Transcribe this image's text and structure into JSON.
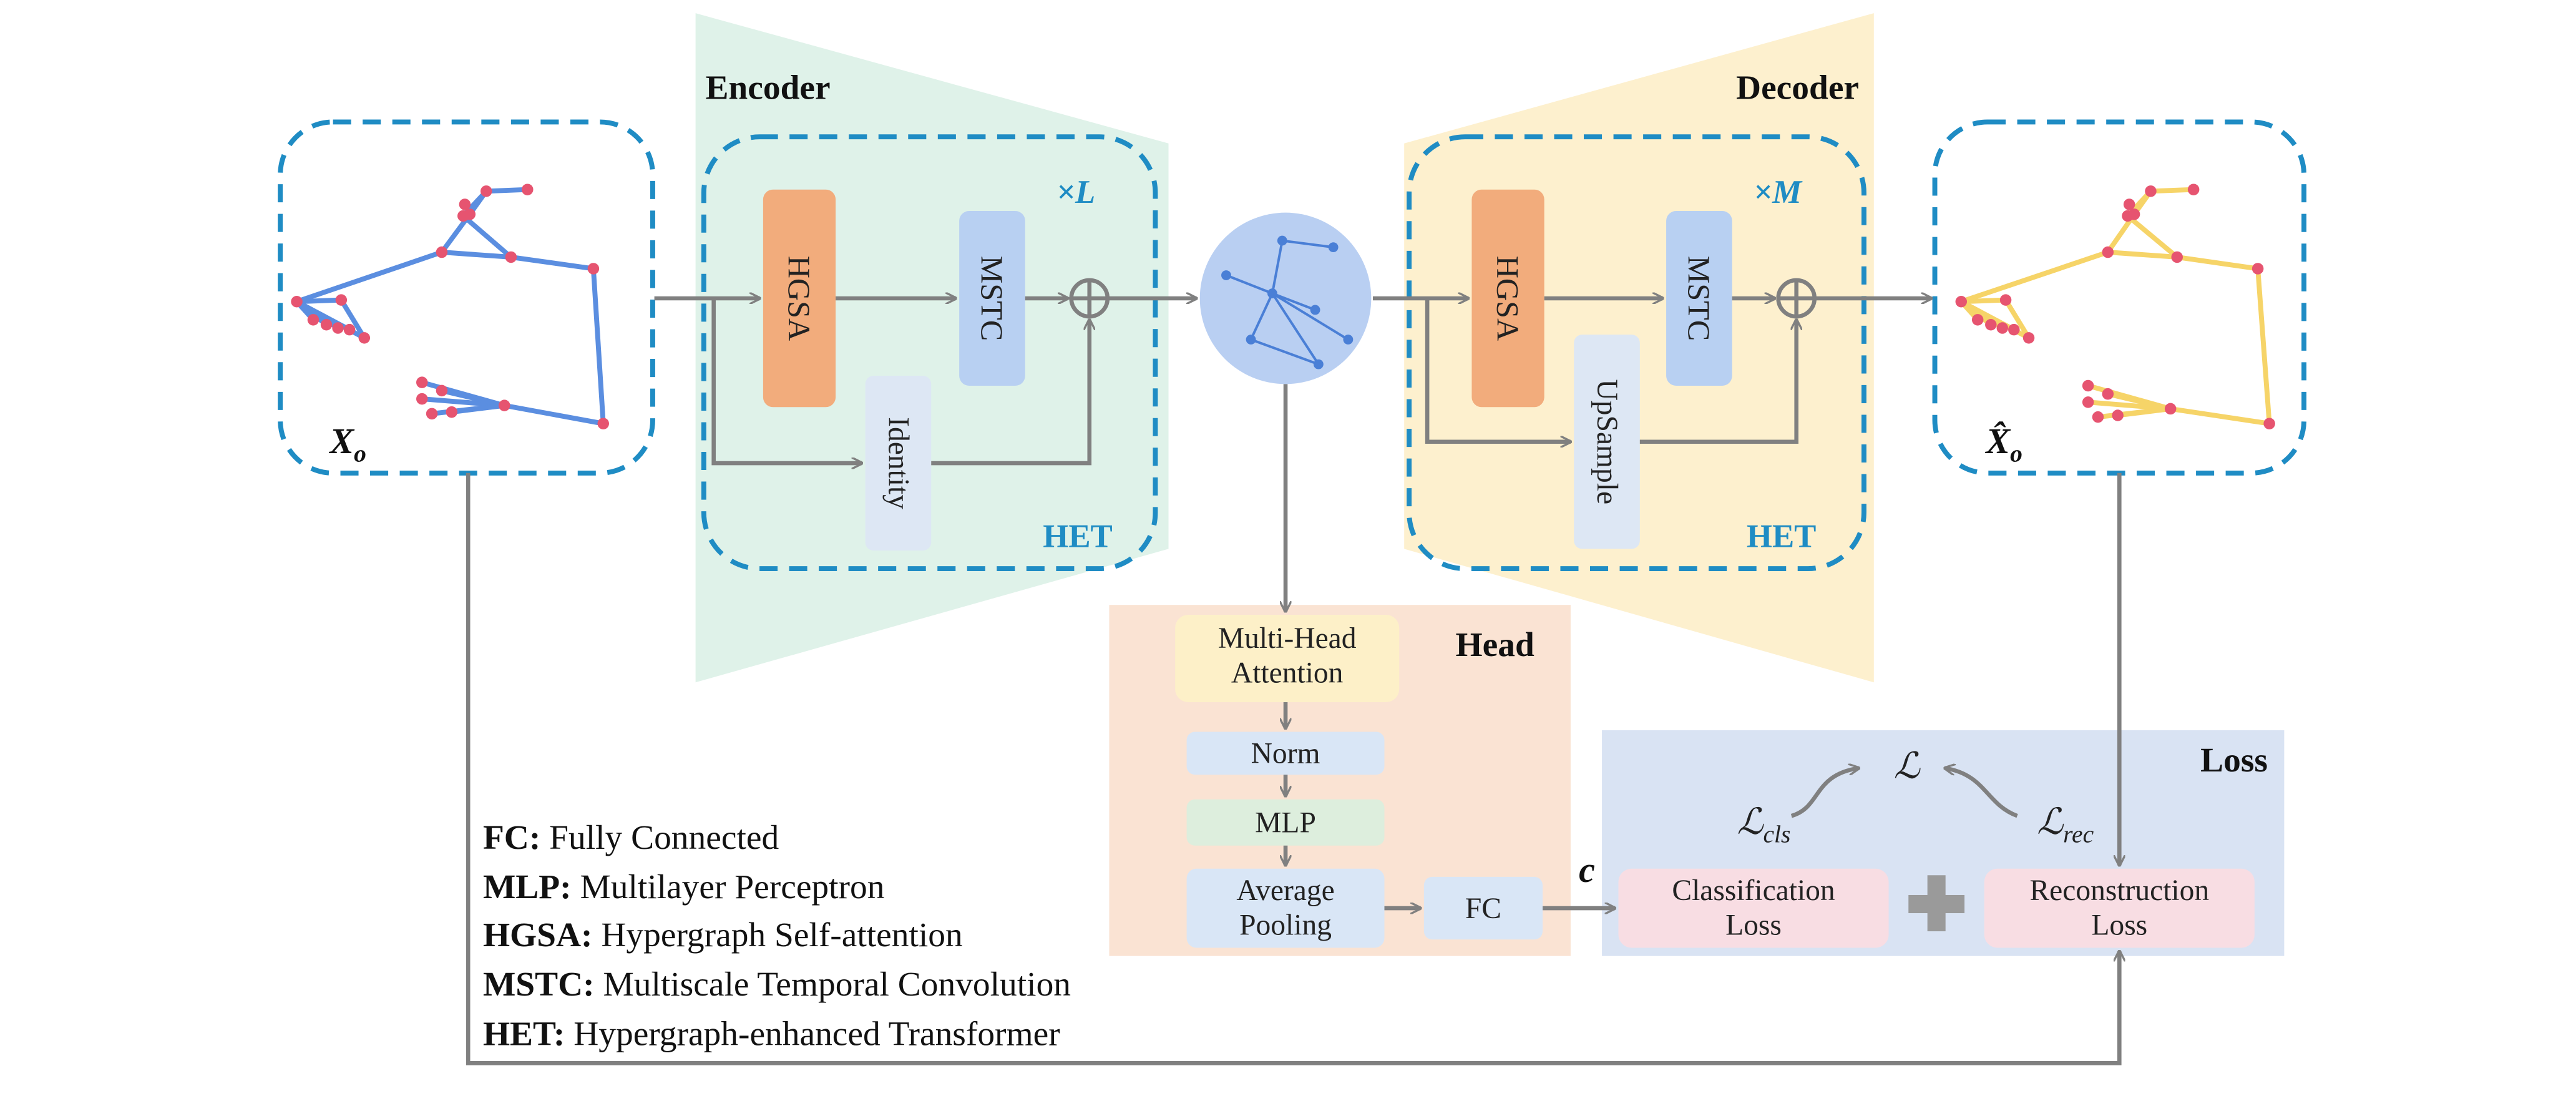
{
  "colors": {
    "encoder_bg": "#dff2e9",
    "decoder_bg": "#fdf0ce",
    "head_bg": "#fae3d3",
    "loss_bg": "#d9e3f3",
    "dash_blue": "#1f8cc4",
    "skeleton_blue": "#5b8ee0",
    "skeleton_yellow": "#f6d468",
    "joint_red": "#e65470",
    "hgsa_fill": "#f2ac7c",
    "mstc_fill": "#b8d0f2",
    "identity_fill": "#dde7f4",
    "latent_fill": "#b9cff2",
    "mha_fill": "#fdf0c8",
    "norm_fill": "#d9e6f6",
    "mlp_fill": "#ddeedd",
    "loss_box_fill": "#f8dde3",
    "arrow_gray": "#808080",
    "het_label": "#1f8cc4"
  },
  "input": {
    "label": "X",
    "sub": "o"
  },
  "output": {
    "label": "X̂",
    "sub": "o"
  },
  "encoder": {
    "title": "Encoder",
    "repeat": "×L",
    "het_label": "HET",
    "blocks": {
      "hgsa": "HGSA",
      "mstc": "MSTC",
      "identity": "Identity"
    }
  },
  "decoder": {
    "title": "Decoder",
    "repeat": "×M",
    "het_label": "HET",
    "blocks": {
      "hgsa": "HGSA",
      "mstc": "MSTC",
      "upsample": "UpSample"
    }
  },
  "head": {
    "title": "Head",
    "mha": [
      "Multi-Head",
      "Attention"
    ],
    "norm": "Norm",
    "mlp": "MLP",
    "pool": [
      "Average",
      "Pooling"
    ],
    "fc": "FC",
    "c_label": "c"
  },
  "loss": {
    "title": "Loss",
    "total": "ℒ",
    "cls_base": "ℒ",
    "cls_sub": "cls",
    "rec_base": "ℒ",
    "rec_sub": "rec",
    "cls_box": [
      "Classification",
      "Loss"
    ],
    "rec_box": [
      "Reconstruction",
      "Loss"
    ],
    "plus": "+"
  },
  "legend": [
    {
      "abbr": "FC:",
      "text": " Fully Connected"
    },
    {
      "abbr": "MLP:",
      "text": " Multilayer Perceptron"
    },
    {
      "abbr": "HGSA:",
      "text": " Hypergraph Self-attention"
    },
    {
      "abbr": "MSTC:",
      "text": " Multiscale Temporal Convolution"
    },
    {
      "abbr": "HET:",
      "text": " Hypergraph-enhanced Transformer"
    }
  ]
}
